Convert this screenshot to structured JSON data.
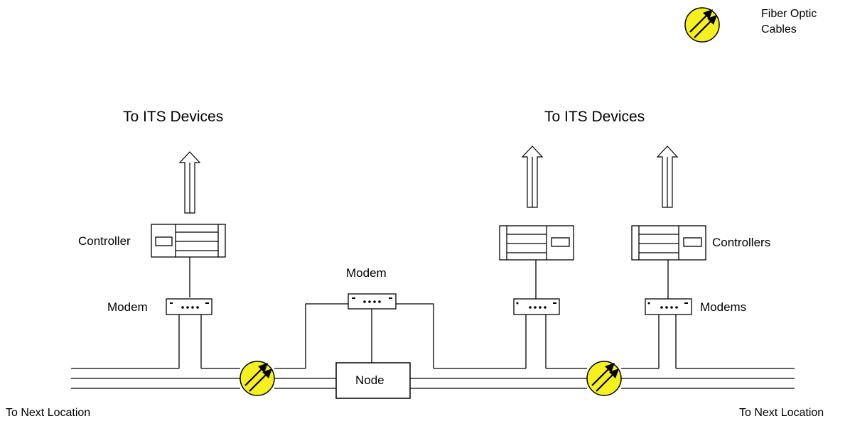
{
  "legend": {
    "label_line1": "Fiber Optic",
    "label_line2": "Cables",
    "icon": "fiber-optic-icon"
  },
  "labels": {
    "to_its_left": "To ITS Devices",
    "to_its_right": "To ITS Devices",
    "controller": "Controller",
    "controllers": "Controllers",
    "modem_left": "Modem",
    "modem_center": "Modem",
    "modems": "Modems",
    "node": "Node",
    "next_left": "To Next Location",
    "next_right": "To Next Location"
  },
  "colors": {
    "fiber_fill": "#f5f01e",
    "line": "#000000"
  }
}
